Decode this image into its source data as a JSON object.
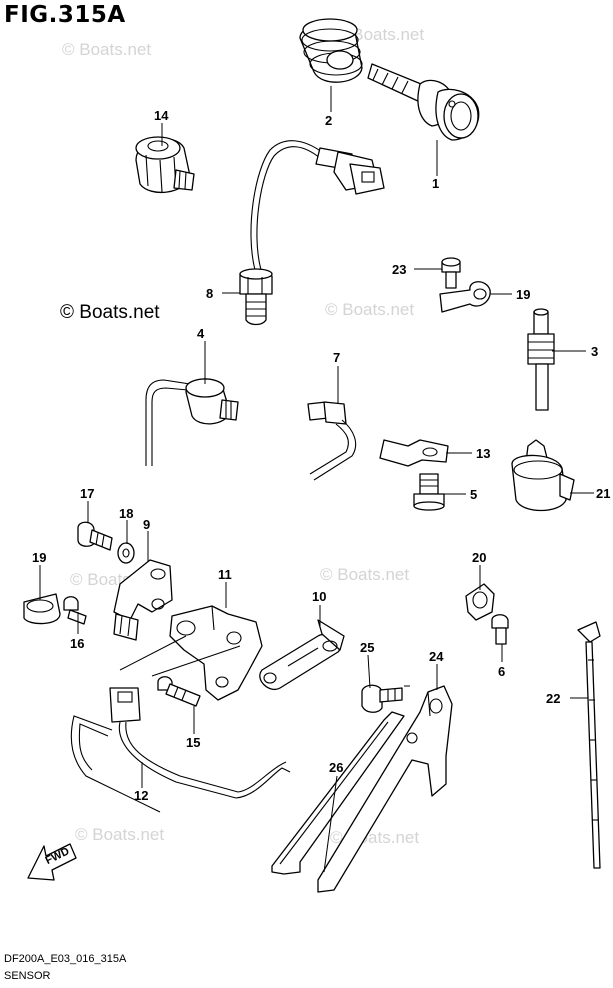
{
  "figure": {
    "title": "FIG.315A"
  },
  "footer": {
    "code": "DF200A_E03_016_315A",
    "name": "SENSOR"
  },
  "watermark": {
    "text": "© Boats.net"
  },
  "direction_marker": {
    "label": "FWD"
  },
  "callouts": {
    "c1": "1",
    "c2": "2",
    "c3": "3",
    "c4": "4",
    "c5": "5",
    "c6": "6",
    "c7": "7",
    "c8": "8",
    "c9": "9",
    "c10": "10",
    "c11": "11",
    "c12": "12",
    "c13": "13",
    "c14": "14",
    "c15": "15",
    "c16": "16",
    "c17": "17",
    "c18": "18",
    "c19a": "19",
    "c19b": "19",
    "c20": "20",
    "c21": "21",
    "c22": "22",
    "c23": "23",
    "c24": "24",
    "c25": "25",
    "c26": "26"
  },
  "colors": {
    "line": "#000000",
    "watermark": "#d4d4d4",
    "background": "#ffffff"
  }
}
